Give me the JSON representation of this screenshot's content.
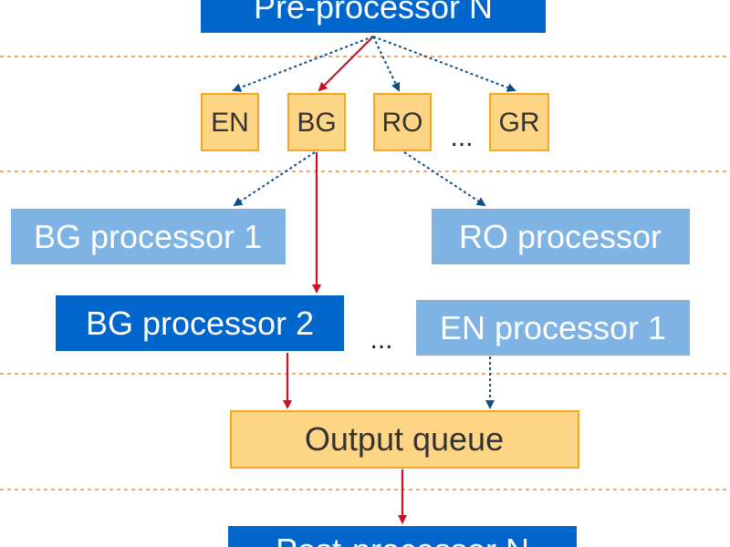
{
  "diagram": {
    "nodes": {
      "pre_processor": {
        "label": "Pre-processor N"
      },
      "queue_en": {
        "label": "EN"
      },
      "queue_bg": {
        "label": "BG"
      },
      "queue_ro": {
        "label": "RO"
      },
      "queue_gr": {
        "label": "GR"
      },
      "queue_ellipsis": {
        "label": "..."
      },
      "bg_processor_1": {
        "label": "BG processor 1"
      },
      "ro_processor": {
        "label": "RO processor"
      },
      "bg_processor_2": {
        "label": "BG processor 2"
      },
      "processor_ellipsis": {
        "label": "..."
      },
      "en_processor_1": {
        "label": "EN processor 1"
      },
      "output_queue": {
        "label": "Output queue"
      },
      "post_processor": {
        "label": "Post-processor N"
      }
    },
    "colors": {
      "primary_box": "#0066cc",
      "secondary_box": "#7eb3e3",
      "queue_fill": "#fdd585",
      "queue_border": "#f5a623",
      "active_arrow": "#cc1122",
      "inactive_arrow": "#0b4f8a",
      "separator": "#f08a3c",
      "text_dark": "#333333",
      "text_light": "#ffffff"
    }
  }
}
